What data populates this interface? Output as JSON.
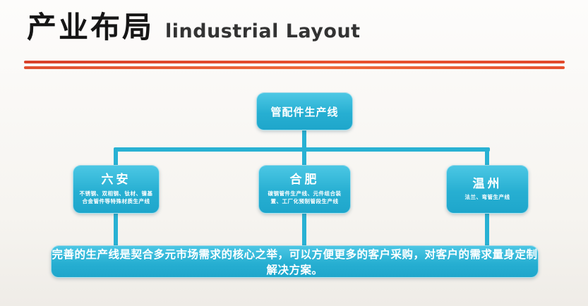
{
  "title": {
    "zh": "产业布局",
    "en": "lindustrial Layout"
  },
  "colors": {
    "accent_cyan": "#28b1d3",
    "rule_red": "#e2492c",
    "title_text": "#161616",
    "box_text": "#ffffff"
  },
  "chart_data": {
    "type": "org-tree",
    "root": {
      "label": "管配件生产线"
    },
    "branches": [
      {
        "name": "六安",
        "desc": "不锈钢、双相钢、钛材、镍基合金管件等特殊材质生产线"
      },
      {
        "name": "合肥",
        "desc": "碳钢管件生产线、元件组合装置、工厂化预制管段生产线"
      },
      {
        "name": "温州",
        "desc": "法兰、弯管生产线"
      }
    ],
    "summary": "完善的生产线是契合多元市场需求的核心之举，可以方便更多的客户采购，对客户的需求量身定制解决方案。"
  }
}
